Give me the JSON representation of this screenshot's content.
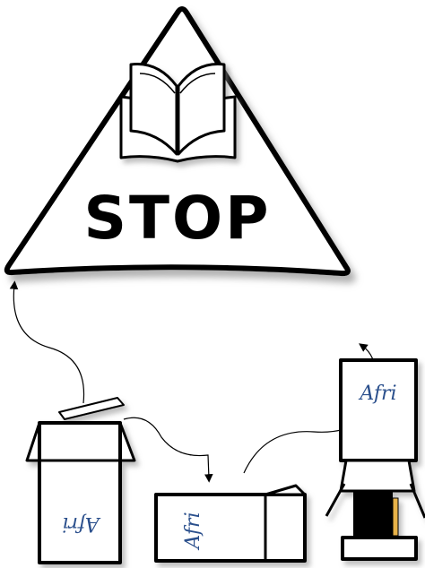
{
  "sign": {
    "text": "STOP",
    "icon": "open-book-icon"
  },
  "labels": {
    "book_1": "Afri",
    "book_2": "Afri",
    "book_3": "Afri"
  },
  "colors": {
    "outline": "#000000",
    "fill": "#ffffff",
    "shadow": "#9a9a9a",
    "script": "#2b4f8c",
    "page_edge": "#e8b24a"
  }
}
